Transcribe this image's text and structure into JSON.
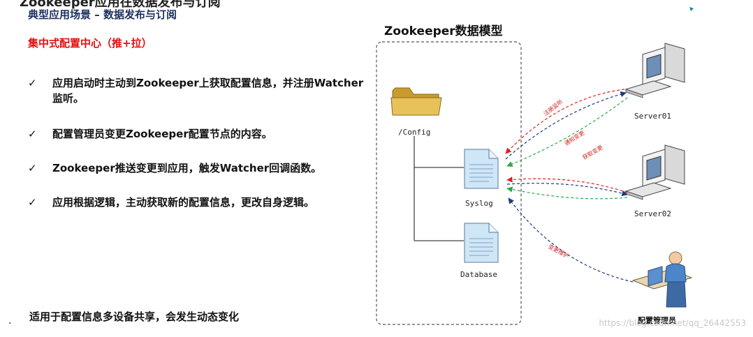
{
  "header": {
    "cut_title": "Zookeeper应用在数据发布与订阅",
    "heading": "典型应用场景 – 数据发布与订阅",
    "subheading": "集中式配置中心（推+拉）"
  },
  "bullets": [
    {
      "mark": "✓",
      "text": "应用启动时主动到Zookeeper上获取配置信息，并注册Watcher监听。"
    },
    {
      "mark": "✓",
      "text": "配置管理员变更Zookeeper配置节点的内容。"
    },
    {
      "mark": "✓",
      "text": "Zookeeper推送变更到应用，触发Watcher回调函数。"
    },
    {
      "mark": "✓",
      "text": "应用根据逻辑，主动获取新的配置信息，更改自身逻辑。"
    }
  ],
  "footer": {
    "bullet_dot": ".",
    "note": "适用于配置信息多设备共享，会发生动态变化"
  },
  "diagram": {
    "title": "Zookeeper数据模型",
    "nodes": {
      "config": "/Config",
      "syslog": "Syslog",
      "database": "Database"
    },
    "servers": [
      "Server01",
      "Server02"
    ],
    "admin_label": "配置管理员",
    "edge_labels": {
      "register_watch": "注册监听",
      "notify_change": "通知变更",
      "fetch_change": "获取变更",
      "change_maintain": "变更维护"
    },
    "colors": {
      "register": "#e02020",
      "notify": "#1f3a7a",
      "fetch": "#2aa84a",
      "folder": "#e7c25a",
      "document": "#cfe6f7"
    }
  },
  "watermark": "https://blog.csdn.net/qq_26442553"
}
